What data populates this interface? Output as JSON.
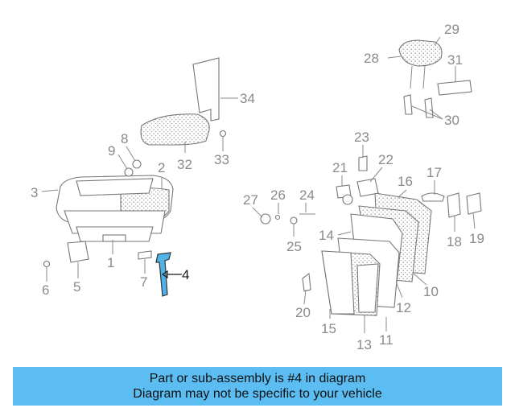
{
  "diagram": {
    "highlight_color": "#4fb3e8",
    "selected_part": "4",
    "callouts": {
      "c1": "1",
      "c2": "2",
      "c3": "3",
      "c4": "4",
      "c5": "5",
      "c6": "6",
      "c7": "7",
      "c8": "8",
      "c9": "9",
      "c10": "10",
      "c11": "11",
      "c12": "12",
      "c13": "13",
      "c14": "14",
      "c15": "15",
      "c16": "16",
      "c17": "17",
      "c18": "18",
      "c19": "19",
      "c20": "20",
      "c21": "21",
      "c22": "22",
      "c23": "23",
      "c24": "24",
      "c25": "25",
      "c26": "26",
      "c27": "27",
      "c28": "28",
      "c29": "29",
      "c30": "30",
      "c31": "31",
      "c32": "32",
      "c33": "33",
      "c34": "34"
    }
  },
  "banner": {
    "background": "#5bbdf2",
    "line1": "Part or sub-assembly is #4 in diagram",
    "line2": "Diagram may not be specific to your vehicle"
  }
}
